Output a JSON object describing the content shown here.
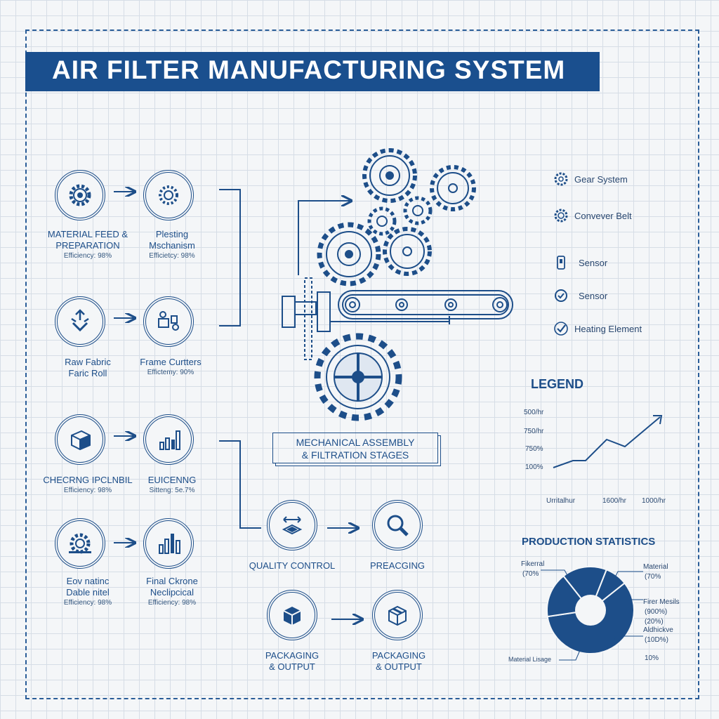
{
  "title": "AIR FILTER MANUFACTURING SYSTEM",
  "left_nodes": [
    {
      "line1": "MATERIAL FEED &",
      "line2": "PREPARATION",
      "sub": "Efficiency: 98%"
    },
    {
      "line1": "Plesting",
      "line2": "Mschanism",
      "sub": "Efficietcy: 98%"
    },
    {
      "line1": "Raw Fabric",
      "line2": "Faric Roll",
      "sub": ""
    },
    {
      "line1": "Frame Curtters",
      "line2": "",
      "sub": "Effictemy: 90%"
    },
    {
      "line1": "CHECRNG IPCLNBIL",
      "line2": "",
      "sub": "Efficiency: 98%"
    },
    {
      "line1": "EUICENNG",
      "line2": "",
      "sub": "Sitteng: 5e.7%"
    },
    {
      "line1": "Eov natinc",
      "line2": "Dable nitel",
      "sub": "Efficiency: 98%"
    },
    {
      "line1": "Final Ckrone",
      "line2": "Neclipcical",
      "sub": "Efficiency: 98%"
    }
  ],
  "assembly_label": {
    "line1": "MECHANICAL ASSEMBLY",
    "line2": "& FILTRATION STAGES"
  },
  "right_nodes": [
    {
      "line1": "QUALITY CONTROL",
      "line2": ""
    },
    {
      "line1": "PREACGING",
      "line2": ""
    },
    {
      "line1": "PACKAGING",
      "line2": "& OUTPUT"
    },
    {
      "line1": "PACKAGING",
      "line2": "& OUTPUT"
    }
  ],
  "legend": {
    "heading": "LEGEND",
    "items": [
      {
        "label": "Gear System",
        "icon": "gear-icon"
      },
      {
        "label": "Convever Belt",
        "icon": "belt-icon"
      },
      {
        "label": "Sensor",
        "icon": "sensor-icon"
      },
      {
        "label": "Sensor",
        "icon": "sensor-dial-icon"
      },
      {
        "label": "Heating Element",
        "icon": "check-icon"
      }
    ]
  },
  "line_chart": {
    "y_ticks": [
      "500/hr",
      "750/hr",
      "750%",
      "100%"
    ],
    "x_ticks": [
      "Urritalhur",
      "1600/hr",
      "1000/hr"
    ]
  },
  "stats": {
    "heading": "PRODUCTION STATISTICS",
    "labels": {
      "fikerral": "Fikerral",
      "fikerral_pct": "(70%",
      "material": "Material",
      "material_pct": "(70%",
      "firer": "Firer Mesils",
      "firer_pct": "(900%)",
      "firer_pct2": "(20%)",
      "additive": "Aldhickve",
      "additive_pct": "(10D%)",
      "usage": "Material Lisage",
      "ten": "10%"
    }
  },
  "colors": {
    "primary": "#1d4e89",
    "title_bg": "#1a4f8e",
    "paper": "#f4f6f8",
    "grid": "#d6dde6"
  },
  "chart_data": {
    "type": "pie",
    "categories": [
      "Fikerral",
      "Material",
      "Firer Mesils",
      "Aldhickve"
    ],
    "values": [
      70,
      20,
      20,
      10
    ],
    "title": "PRODUCTION STATISTICS"
  }
}
